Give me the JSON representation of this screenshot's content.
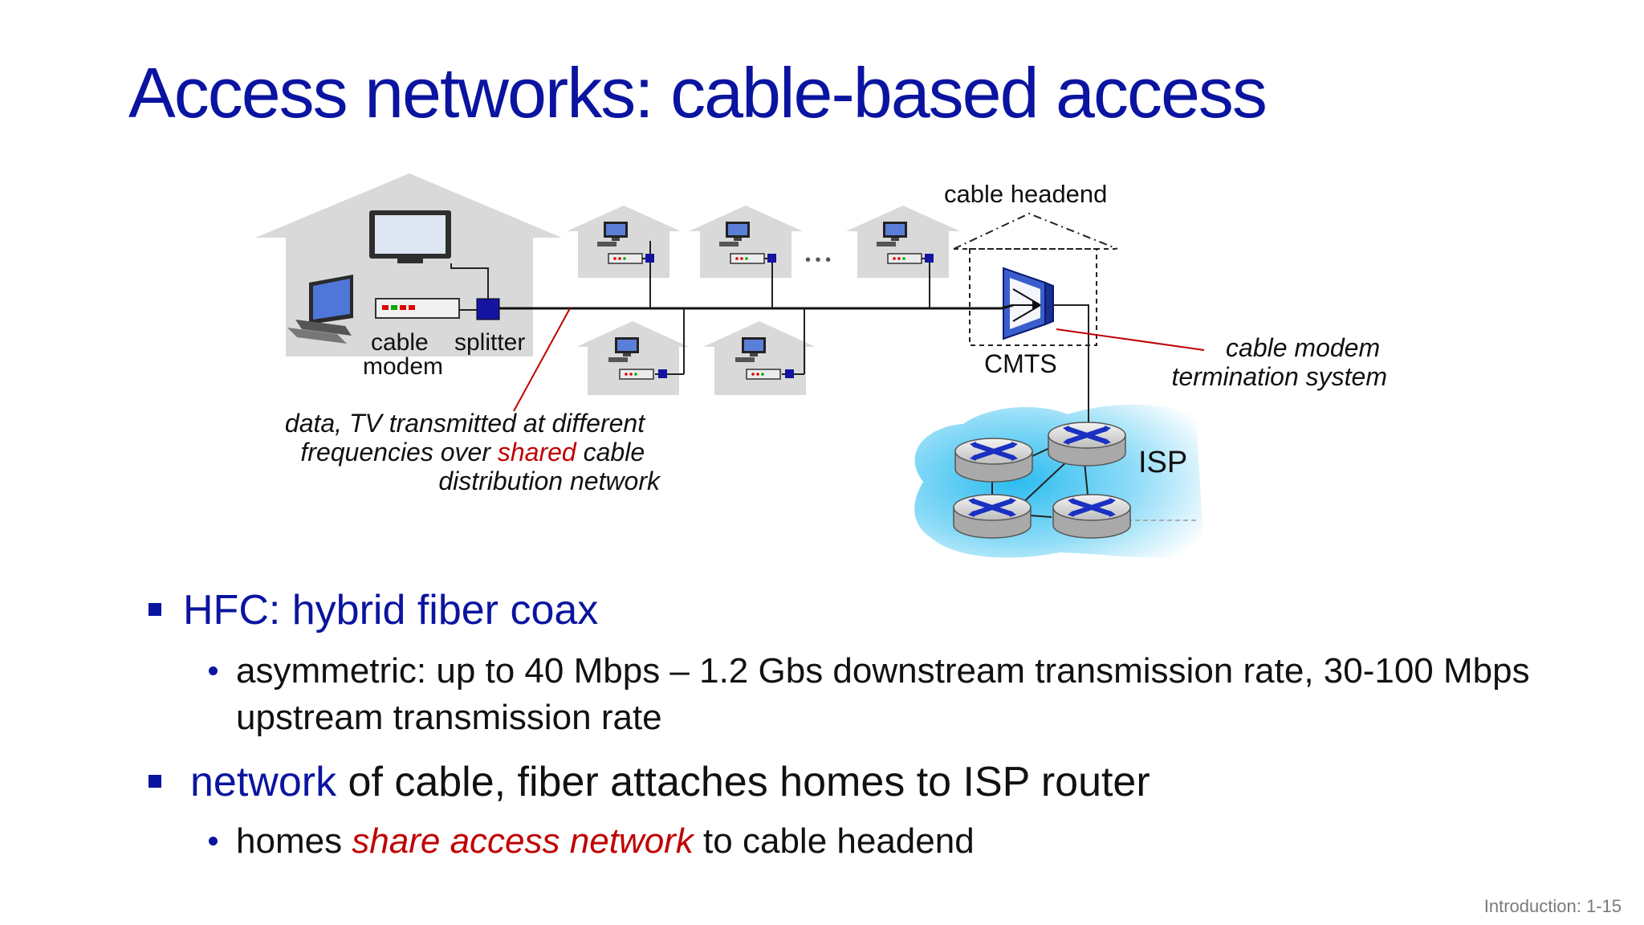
{
  "slide": {
    "title": "Access networks: cable-based access",
    "footer": "Introduction: 1-15"
  },
  "diagram": {
    "cable_modem_line1": "cable",
    "cable_modem_line2": "modem",
    "splitter": "splitter",
    "ellipsis": "• • •",
    "cable_headend": "cable headend",
    "cmts": "CMTS",
    "cmts_desc_line1": "cable modem",
    "cmts_desc_line2": "termination system",
    "isp": "ISP",
    "shared_line1": "data, TV transmitted at different",
    "shared_line2_a": "frequencies over ",
    "shared_line2_b": "shared",
    "shared_line2_c": " cable",
    "shared_line3": "distribution network"
  },
  "bullets": {
    "hfc": "HFC: hybrid fiber coax",
    "asym_line1": "asymmetric: up to 40 Mbps – 1.2 Gbs downstream transmission rate, 30-100 Mbps",
    "asym_line2": "upstream transmission rate",
    "network_a": "network",
    "network_b": " of cable, fiber attaches homes to ISP router",
    "homes_a": "homes ",
    "homes_b": "share access network",
    "homes_c": " to cable headend"
  },
  "colors": {
    "title": "#0a14a0",
    "accent_red": "#c00000",
    "house": "#d9d9d9",
    "isp_cloud": "#3cc8f0"
  }
}
